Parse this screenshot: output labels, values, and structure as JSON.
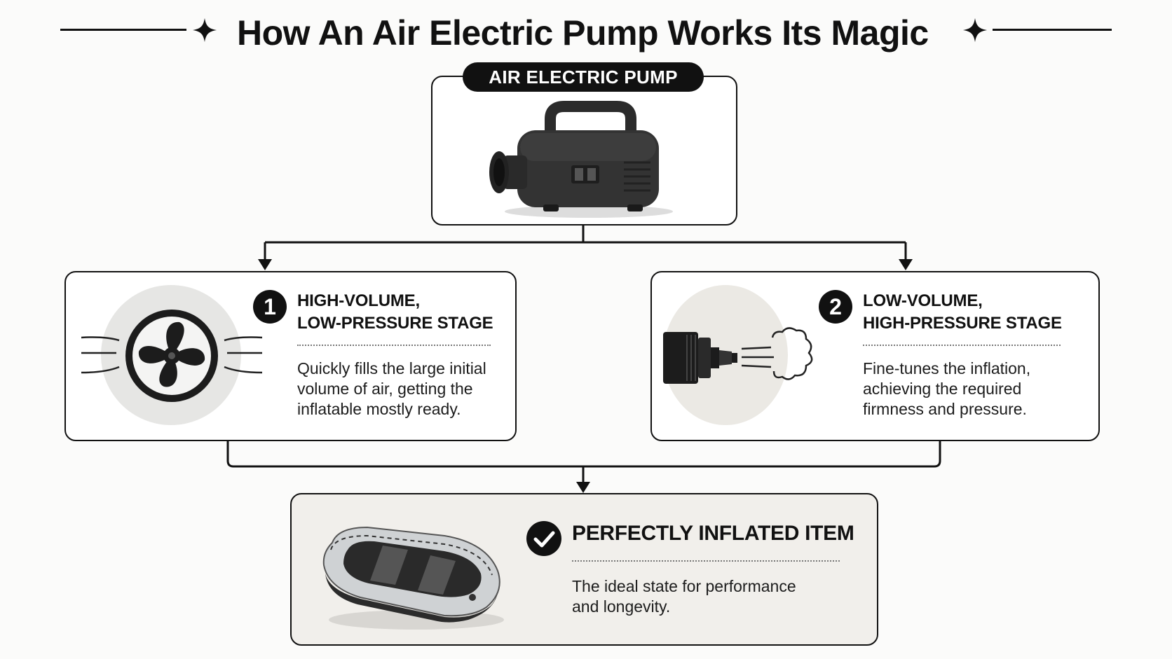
{
  "title": "How An Air Electric Pump Works Its Magic",
  "pump": {
    "label": "AIR ELECTRIC PUMP"
  },
  "stages": [
    {
      "number": "1",
      "title_line1": "HIGH-VOLUME,",
      "title_line2": "LOW-PRESSURE STAGE",
      "desc_line1": "Quickly fills the large initial",
      "desc_line2": "volume of air, getting the",
      "desc_line3": "inflatable mostly ready."
    },
    {
      "number": "2",
      "title_line1": "LOW-VOLUME,",
      "title_line2": "HIGH-PRESSURE STAGE",
      "desc_line1": "Fine-tunes the inflation,",
      "desc_line2": "achieving the required",
      "desc_line3": "firmness and pressure."
    }
  ],
  "result": {
    "title": "PERFECTLY INFLATED ITEM",
    "desc_line1": "The ideal state for performance",
    "desc_line2": "and longevity."
  },
  "icons": {
    "title_decor": "sparkle-icon",
    "stage1": "fan-icon",
    "stage2": "nozzle-airflow-icon",
    "result": "check-circle-icon",
    "pump_image": "electric-pump-icon",
    "result_image": "inflatable-boat-icon"
  },
  "colors": {
    "ink": "#111111",
    "page": "#fbfbfa",
    "result_box": "#f1efeb",
    "icon_circle": "#e6e6e4"
  }
}
